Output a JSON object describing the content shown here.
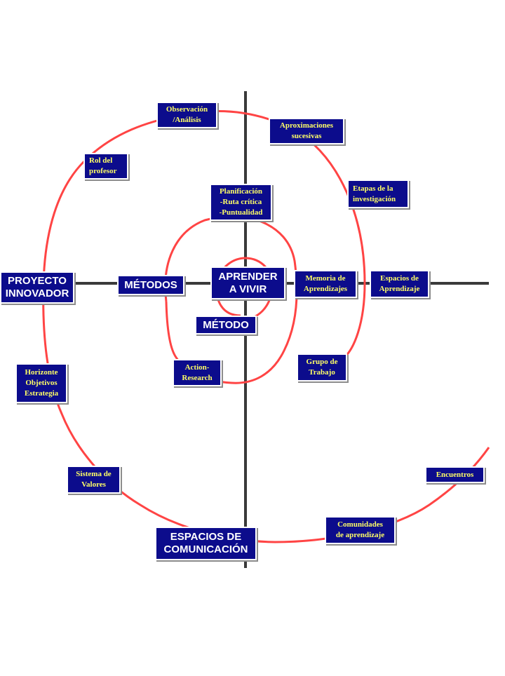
{
  "nodes": {
    "observacion": [
      "Observación",
      "/Análisis"
    ],
    "aproximaciones": [
      "Aproximaciones",
      "sucesivas"
    ],
    "rol_profesor": [
      "Rol del",
      "profesor"
    ],
    "planificacion": [
      "Planificación",
      "-Ruta crítica",
      "-Puntualidad"
    ],
    "etapas": [
      "Etapas de la",
      "investigación"
    ],
    "proyecto": [
      "PROYECTO",
      "INNOVADOR"
    ],
    "metodos": [
      "MÉTODOS"
    ],
    "aprender": [
      "APRENDER",
      "A VIVIR"
    ],
    "memoria": [
      "Memoria de",
      "Aprendizajes"
    ],
    "espacios_aprendizaje": [
      "Espacios de",
      "Aprendizaje"
    ],
    "metodo": [
      "MÉTODO"
    ],
    "grupo": [
      "Grupo de",
      "Trabajo"
    ],
    "action": [
      "Action-",
      "Research"
    ],
    "horizonte": [
      "Horizonte",
      "Objetivos",
      "Estrategia"
    ],
    "sistema": [
      "Sistema de",
      "Valores"
    ],
    "encuentros": [
      "Encuentros"
    ],
    "comunidades": [
      "Comunidades",
      "de aprendizaje"
    ],
    "espacios_comunicacion": [
      "ESPACIOS DE",
      "COMUNICACIÓN"
    ]
  },
  "colors": {
    "box_fill": "#0c0c8c",
    "small_text": "#ffff66",
    "big_text": "#ffffff",
    "spiral": "#ff4444",
    "axes": "#3a3a3a"
  }
}
